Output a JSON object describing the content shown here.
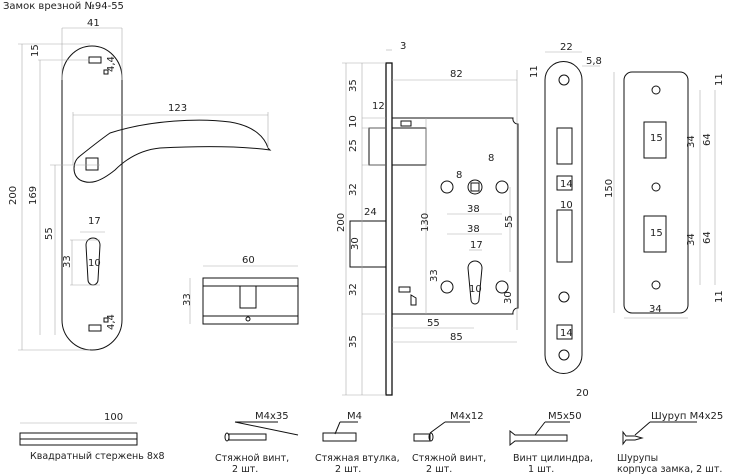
{
  "title": "Замок врезной №94-55",
  "handle": {
    "dims": [
      "41",
      "15",
      "4,4",
      "123",
      "200",
      "169",
      "17",
      "55",
      "33",
      "10",
      "4,4"
    ]
  },
  "cylinder": {
    "dims": [
      "60",
      "33"
    ]
  },
  "lock_body": {
    "dims": [
      "3",
      "82",
      "35",
      "12",
      "10",
      "25",
      "32",
      "24",
      "200",
      "30",
      "130",
      "8",
      "8",
      "38",
      "55",
      "38",
      "17",
      "33",
      "10",
      "30",
      "32",
      "55",
      "85",
      "35"
    ]
  },
  "faceplate": {
    "dims": [
      "22",
      "5,8",
      "11",
      "14",
      "10",
      "14",
      "20"
    ]
  },
  "strike_plate": {
    "dims": [
      "150",
      "11",
      "15",
      "34",
      "64",
      "15",
      "34",
      "64",
      "11",
      "34"
    ]
  },
  "accessories": [
    {
      "dim": "100",
      "caption1": "Квадратный стержень 8х8",
      "caption2": ""
    },
    {
      "dim": "M4x35",
      "caption1": "Стяжной винт,",
      "caption2": "2 шт."
    },
    {
      "dim": "M4",
      "caption1": "Стяжная втулка,",
      "caption2": "2 шт."
    },
    {
      "dim": "M4x12",
      "caption1": "Стяжной винт,",
      "caption2": "2 шт."
    },
    {
      "dim": "M5x50",
      "caption1": "Винт цилиндра,",
      "caption2": "1 шт."
    },
    {
      "dim": "Шуруп M4x25",
      "caption1": "Шурупы",
      "caption2": "корпуса замка, 2 шт."
    }
  ]
}
